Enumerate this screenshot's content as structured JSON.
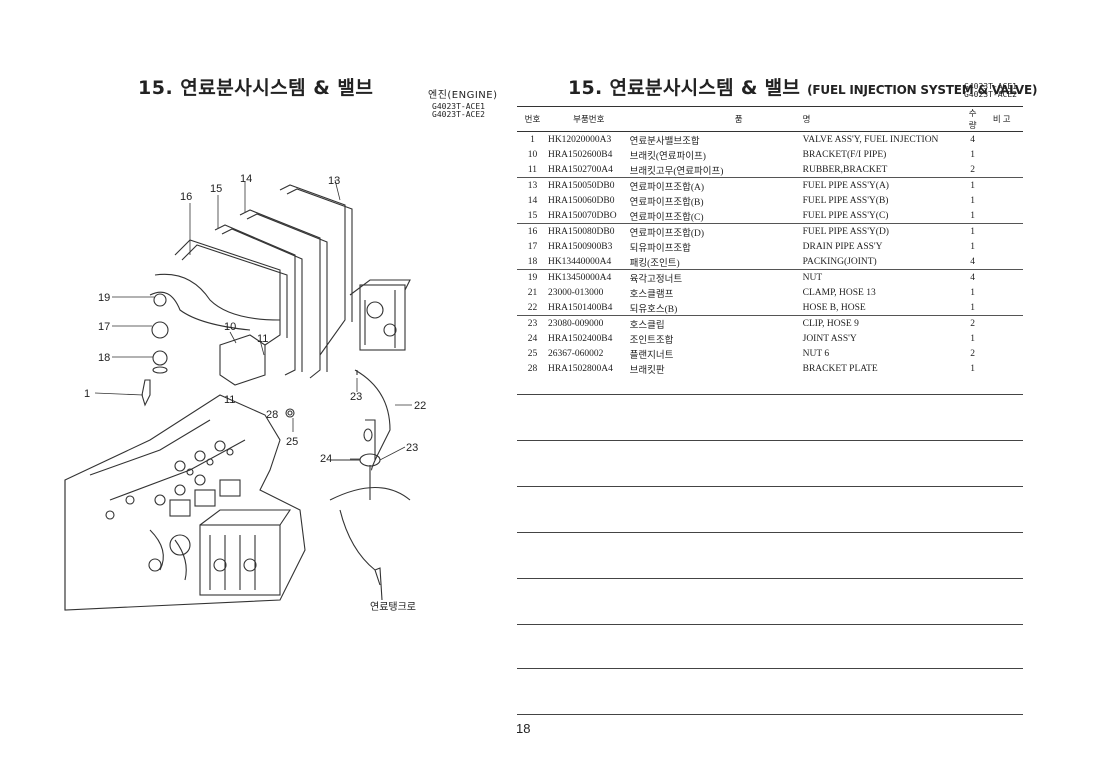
{
  "left": {
    "title": "15. 연료분사시스템 & 밸브",
    "engine_label": "엔진(ENGINE)",
    "models": [
      "G4023T-ACE1",
      "G4023T-ACE2"
    ],
    "diagram_labels": [
      "16",
      "15",
      "14",
      "13",
      "19",
      "17",
      "10",
      "11",
      "18",
      "1",
      "11",
      "28",
      "23",
      "22",
      "25",
      "23",
      "24"
    ],
    "tank_label": "연료탱크로"
  },
  "right": {
    "title_kr": "15. 연료분사시스템 & 밸브",
    "title_en": "(FUEL INJECTION SYSTEM & VALVE)",
    "models": [
      "G4023T-ACE1",
      "G4023T-ACE2"
    ]
  },
  "table": {
    "headers": {
      "no": "번호",
      "part_no": "부품번호",
      "name_left": "품",
      "name_right": "명",
      "qty": "수 량",
      "remarks": "비 고"
    },
    "rows": [
      {
        "no": "1",
        "part_no": "HK12020000A3",
        "kr": "연료분사밸브조합",
        "en": "VALVE ASS'Y, FUEL INJECTION",
        "qty": "4",
        "remarks": ""
      },
      {
        "no": "10",
        "part_no": "HRA1502600B4",
        "kr": "브래킷(연료파이프)",
        "en": "BRACKET(F/I PIPE)",
        "qty": "1",
        "remarks": ""
      },
      {
        "no": "11",
        "part_no": "HRA1502700A4",
        "kr": "브래킷고무(연료파이프)",
        "en": "RUBBER,BRACKET",
        "qty": "2",
        "remarks": ""
      },
      {
        "no": "13",
        "part_no": "HRA150050DB0",
        "kr": "연료파이프조합(A)",
        "en": "FUEL PIPE ASS'Y(A)",
        "qty": "1",
        "remarks": ""
      },
      {
        "no": "14",
        "part_no": "HRA150060DB0",
        "kr": "연료파이프조합(B)",
        "en": "FUEL PIPE ASS'Y(B)",
        "qty": "1",
        "remarks": ""
      },
      {
        "no": "15",
        "part_no": "HRA150070DBO",
        "kr": "연료파이프조합(C)",
        "en": "FUEL PIPE ASS'Y(C)",
        "qty": "1",
        "remarks": ""
      },
      {
        "no": "16",
        "part_no": "HRA150080DB0",
        "kr": "연료파이프조합(D)",
        "en": "FUEL PIPE ASS'Y(D)",
        "qty": "1",
        "remarks": ""
      },
      {
        "no": "17",
        "part_no": "HRA1500900B3",
        "kr": "되유파이프조합",
        "en": "DRAIN PIPE ASS'Y",
        "qty": "1",
        "remarks": ""
      },
      {
        "no": "18",
        "part_no": "HK13440000A4",
        "kr": "패킹(조인트)",
        "en": "PACKING(JOINT)",
        "qty": "4",
        "remarks": ""
      },
      {
        "no": "19",
        "part_no": "HK13450000A4",
        "kr": "육각고정너트",
        "en": "NUT",
        "qty": "4",
        "remarks": ""
      },
      {
        "no": "21",
        "part_no": "23000-013000",
        "kr": "호스클램프",
        "en": "CLAMP, HOSE 13",
        "qty": "1",
        "remarks": ""
      },
      {
        "no": "22",
        "part_no": "HRA1501400B4",
        "kr": "되유호스(B)",
        "en": "HOSE B, HOSE",
        "qty": "1",
        "remarks": ""
      },
      {
        "no": "23",
        "part_no": "23080-009000",
        "kr": "호스클립",
        "en": "CLIP, HOSE 9",
        "qty": "2",
        "remarks": ""
      },
      {
        "no": "24",
        "part_no": "HRA1502400B4",
        "kr": "조인트조합",
        "en": "JOINT ASS'Y",
        "qty": "1",
        "remarks": ""
      },
      {
        "no": "25",
        "part_no": "26367-060002",
        "kr": "플랜지너트",
        "en": "NUT 6",
        "qty": "2",
        "remarks": ""
      },
      {
        "no": "28",
        "part_no": "HRA1502800A4",
        "kr": "브래킷판",
        "en": "BRACKET PLATE",
        "qty": "1",
        "remarks": ""
      }
    ],
    "separators_before": [
      3,
      6,
      9,
      12
    ]
  },
  "page_number": "18"
}
